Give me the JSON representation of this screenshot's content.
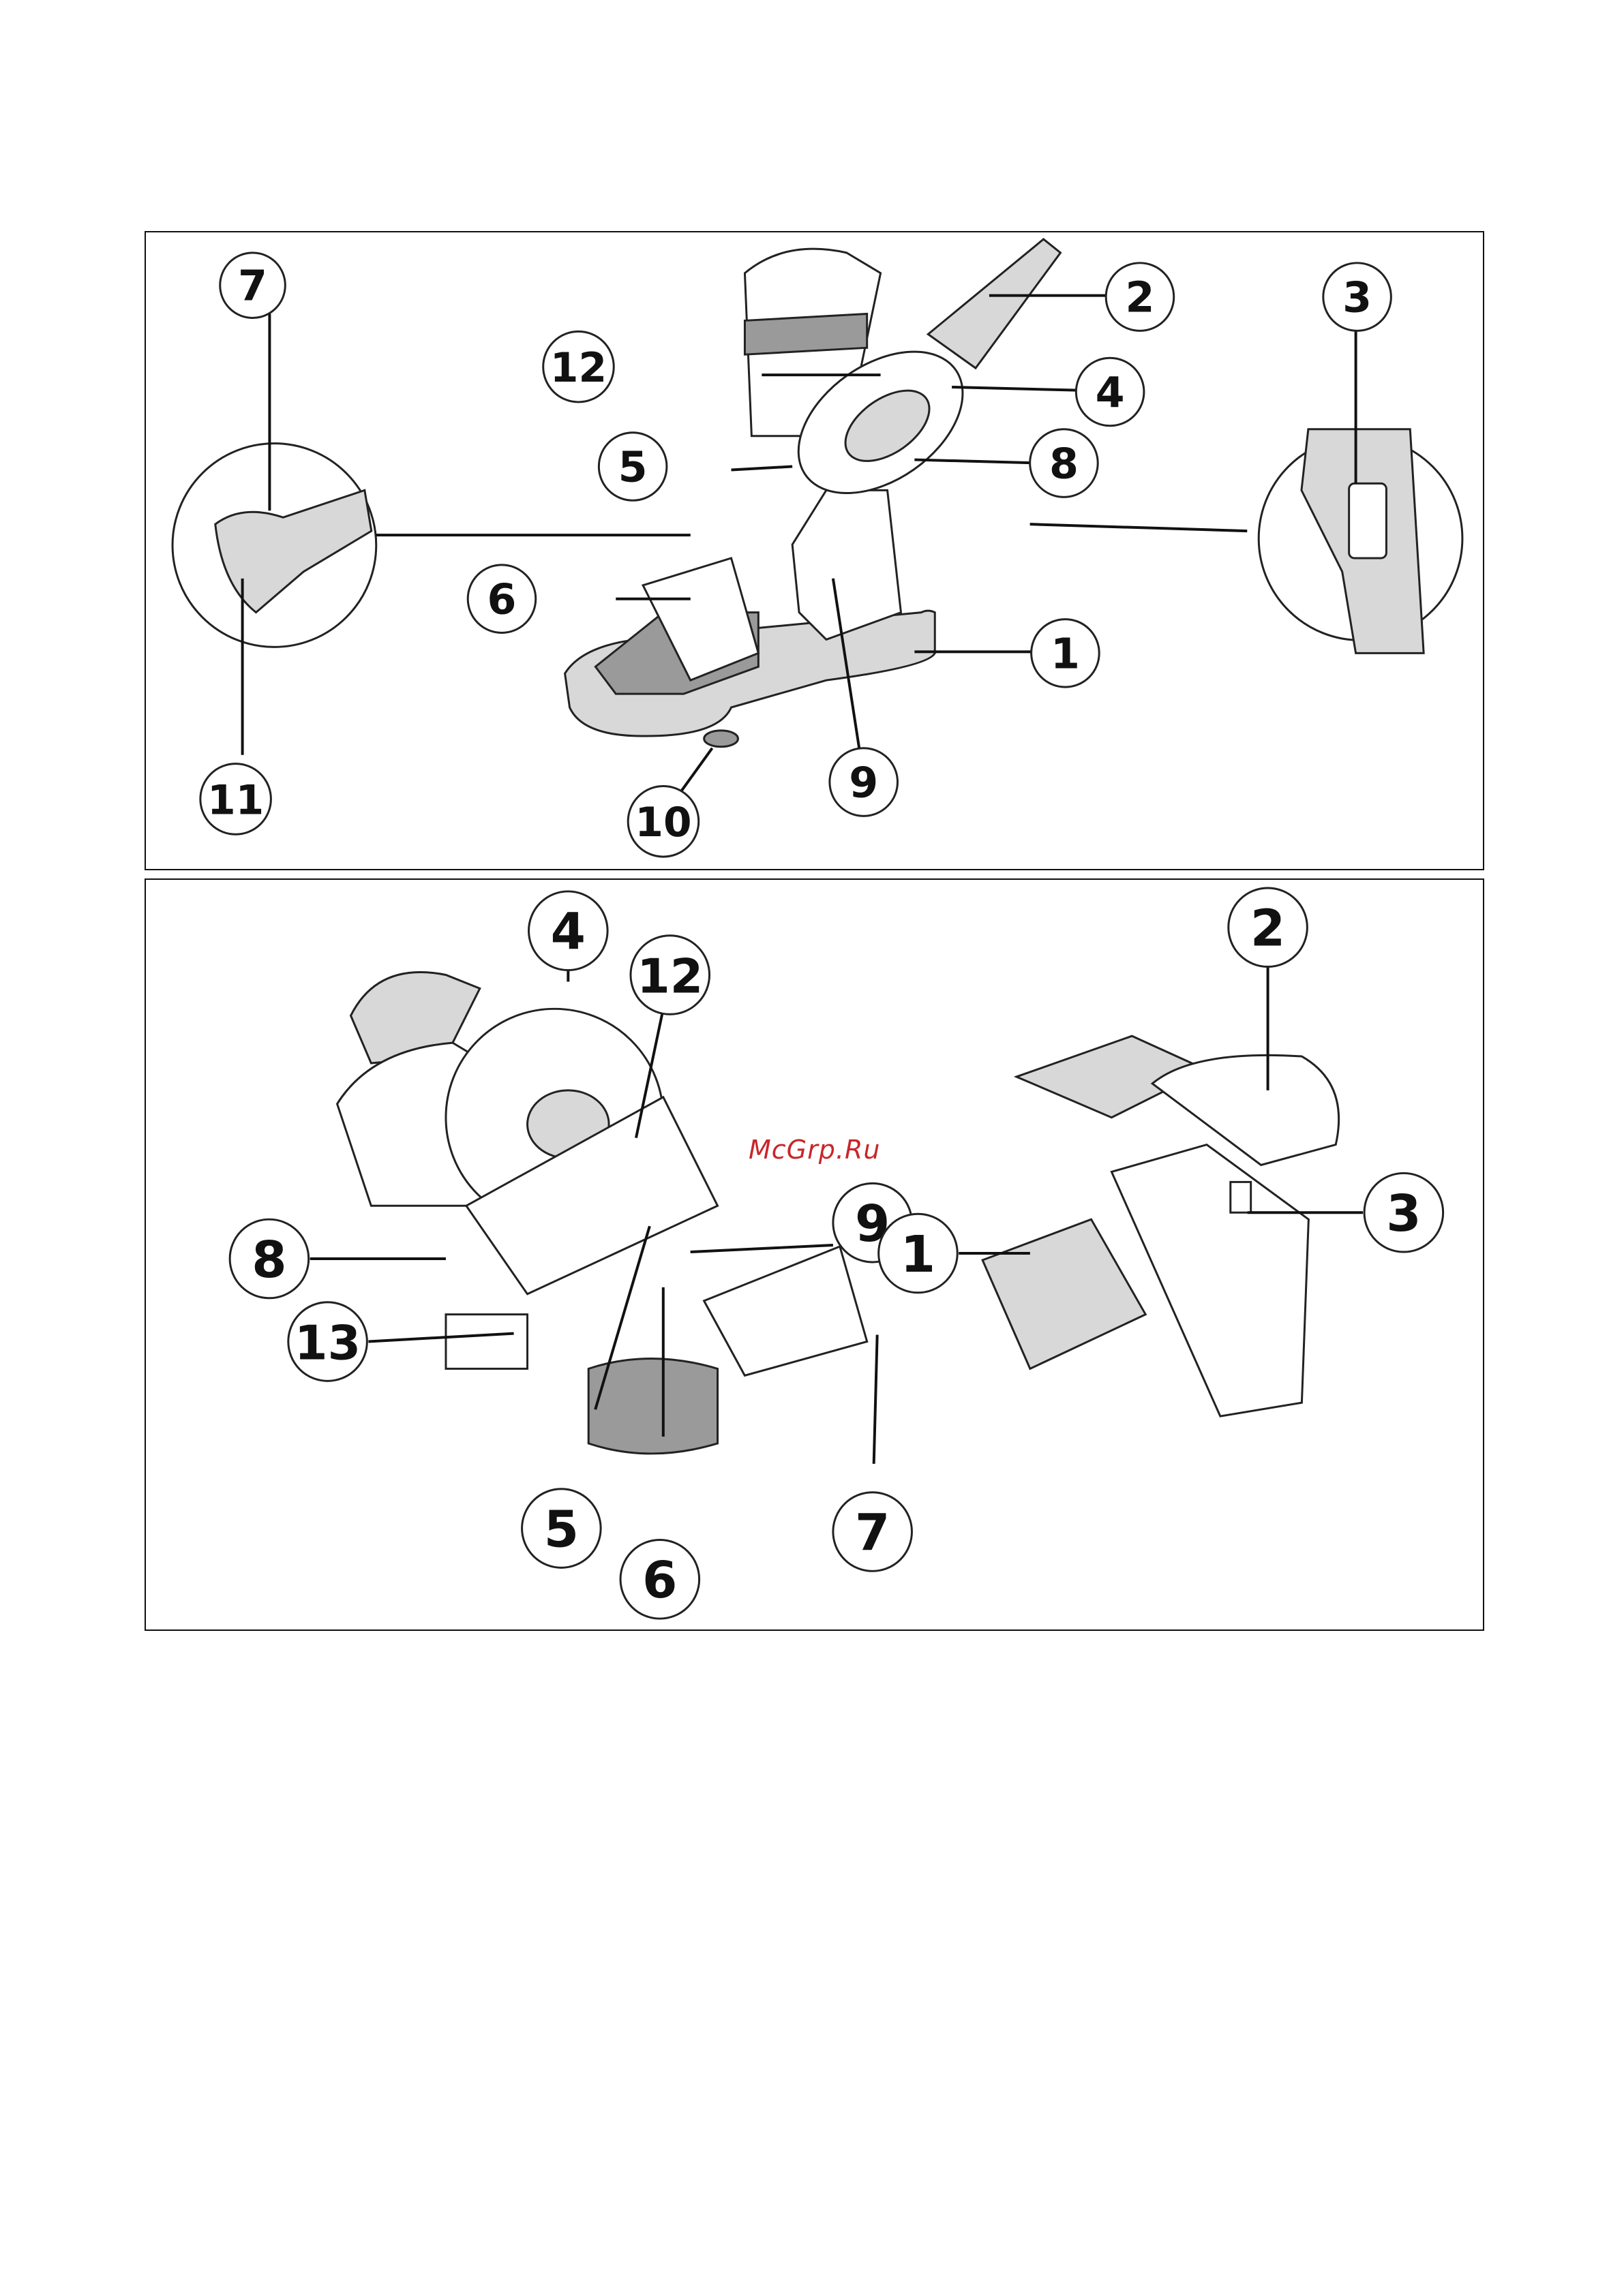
{
  "watermark": "McGrp.Ru",
  "top_panel": {
    "callouts": [
      "1",
      "2",
      "3",
      "4",
      "5",
      "6",
      "7",
      "8",
      "9",
      "10",
      "11",
      "12"
    ]
  },
  "bottom_panel": {
    "callouts": [
      "1",
      "2",
      "3",
      "4",
      "5",
      "6",
      "7",
      "8",
      "9",
      "12",
      "13"
    ]
  }
}
